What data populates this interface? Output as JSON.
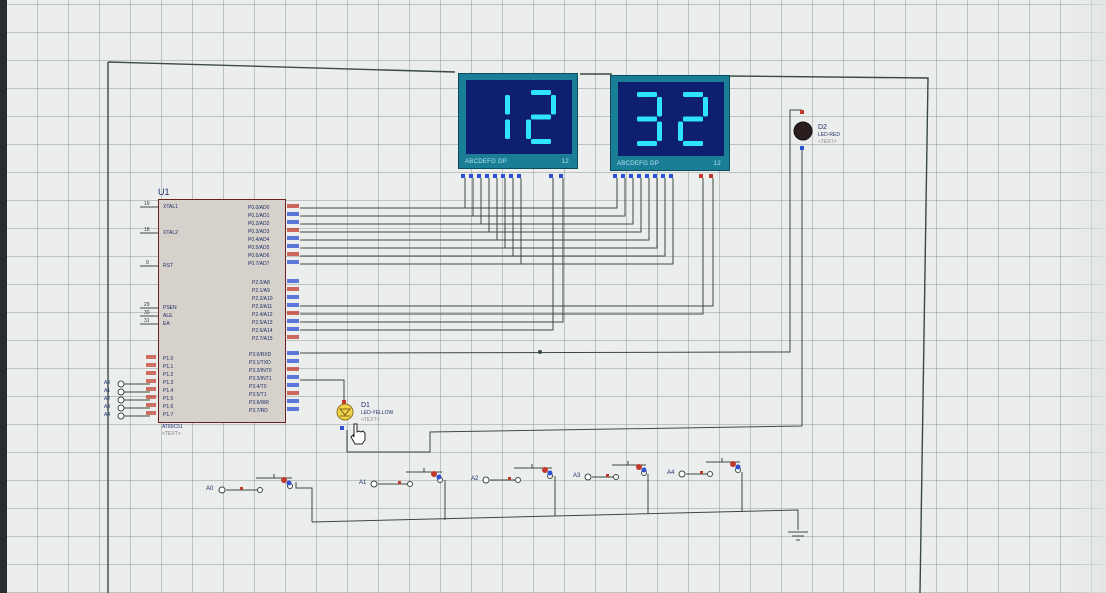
{
  "display_left": {
    "value": "12",
    "pins": "ABCDEFG DP",
    "com": "12"
  },
  "display_right": {
    "value": "32",
    "pins": "ABCDEFG DP",
    "com": "12"
  },
  "chip": {
    "ref": "U1",
    "part": "AT89C51",
    "sub": "<TEXT>",
    "pin_nums": {
      "xtal1": "19",
      "xtal2": "18",
      "rst": "9",
      "psen": "29",
      "ale": "30",
      "ea": "31"
    },
    "left_pins": [
      "XTAL1",
      "XTAL2",
      "RST",
      "PSEN",
      "ALE",
      "EA",
      "P1.0",
      "P1.1",
      "P1.2",
      "P1.3",
      "P1.4",
      "P1.5",
      "P1.6",
      "P1.7"
    ],
    "right_pins_p0": [
      "P0.0/AD0",
      "P0.1/AD1",
      "P0.2/AD2",
      "P0.3/AD3",
      "P0.4/AD4",
      "P0.5/AD5",
      "P0.6/AD6",
      "P0.7/AD7"
    ],
    "right_pins_p2": [
      "P2.0/A8",
      "P2.1/A9",
      "P2.2/A10",
      "P2.3/A11",
      "P2.4/A12",
      "P2.5/A13",
      "P2.6/A14",
      "P2.7/A15"
    ],
    "right_pins_p3": [
      "P3.0/RXD",
      "P3.1/TXD",
      "P3.2/INT0",
      "P3.3/INT1",
      "P3.4/T0",
      "P3.5/T1",
      "P3.6/WR",
      "P3.7/RD"
    ]
  },
  "input_labels": [
    "A0",
    "A1",
    "A2",
    "A3",
    "A4"
  ],
  "button_labels": [
    "A0",
    "A1",
    "A2",
    "A3",
    "A4"
  ],
  "led_d1": {
    "ref": "D1",
    "part": "LED-YELLOW",
    "sub": "<TEXT>"
  },
  "led_d2": {
    "ref": "D2",
    "part": "LED-RED",
    "sub": "<TEXT>"
  },
  "colors": {
    "wire": "#3b4a3f",
    "display_body": "#1a7f96",
    "display_screen": "#0d1f6e",
    "segment_on": "#2fe3ff",
    "led_d1": "#f2d24a",
    "led_d2": "#2b1d1d",
    "pin_red": "#c0392b",
    "pin_blue": "#2e4fd1"
  }
}
